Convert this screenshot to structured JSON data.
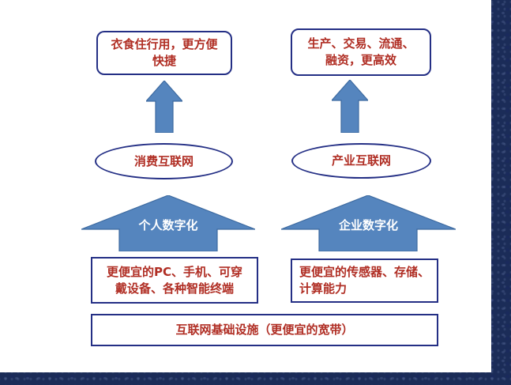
{
  "diagram": {
    "consumer_benefit": {
      "lines": [
        "衣食住行用，更方便",
        "快捷"
      ]
    },
    "industry_benefit": {
      "lines": [
        "生产、交易、流通、",
        "融资，更高效"
      ]
    },
    "consumer_internet": {
      "label": "消费互联网"
    },
    "industry_internet": {
      "label": "产业互联网"
    },
    "personal_digitalization": {
      "label": "个人数字化"
    },
    "enterprise_digitalization": {
      "label": "企业数字化"
    },
    "consumer_devices": {
      "lines": [
        "更便宜的PC、手机、可穿",
        "戴设备、各种智能终端"
      ]
    },
    "industry_devices": {
      "lines": [
        "更便宜的传感器、存储、",
        "计算能力"
      ]
    },
    "infrastructure": {
      "label": "互联网基础设施（更便宜的宽带）"
    }
  },
  "colors": {
    "slide_background": "#FFFFFF",
    "frame_background": "#1B2C58",
    "box_border": "#242F85",
    "text": "#B02E24",
    "arrow_fill": "#5585BE",
    "arrow_stroke": "#3D6AA0",
    "arrow_label_text": "#FFFFFF"
  }
}
